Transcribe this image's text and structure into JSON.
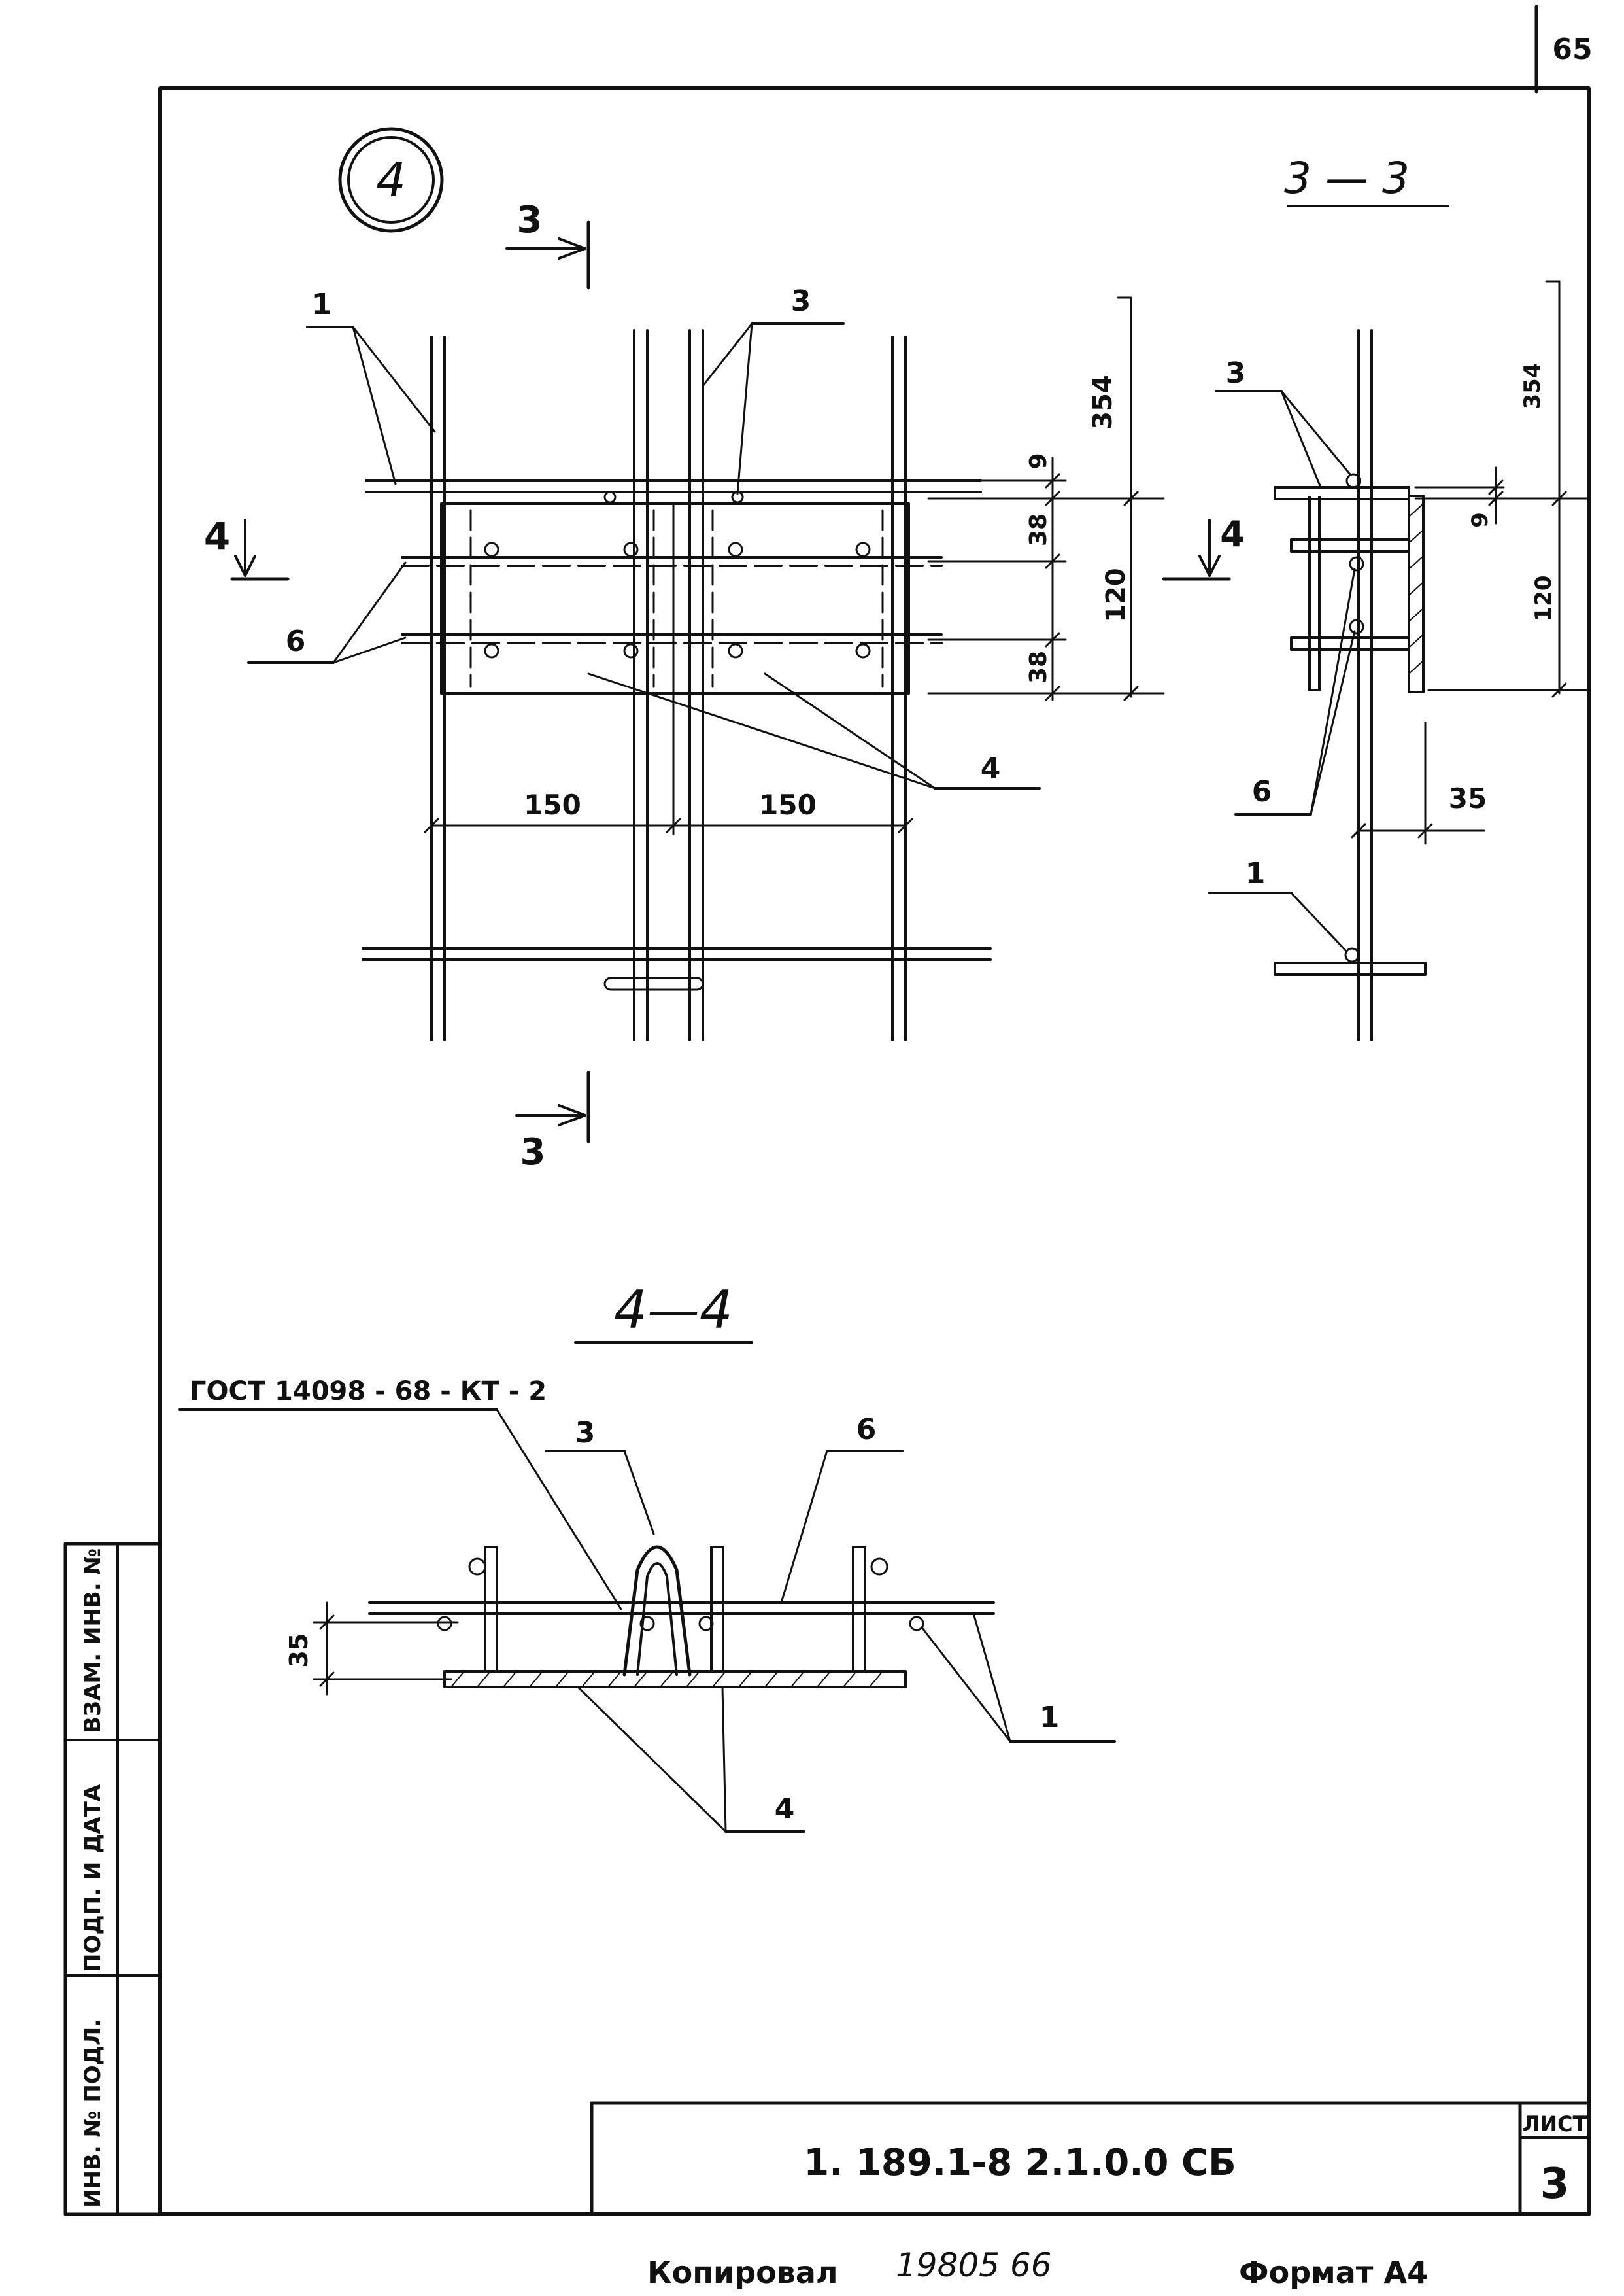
{
  "page_number": "65",
  "detail_marker": "4",
  "views": {
    "section_3_title": "3 — 3",
    "section_4_title": "4—4"
  },
  "section_marks": {
    "top_3": "3",
    "bottom_3": "3",
    "left_4": "4",
    "right_4": "4"
  },
  "leaders": {
    "plan_1": "1",
    "plan_3": "3",
    "plan_6": "6",
    "plan_4": "4",
    "s33_3": "3",
    "s33_6": "6",
    "s33_1": "1",
    "s44_3": "3",
    "s44_6": "6",
    "s44_1": "1",
    "s44_4": "4"
  },
  "dimensions": {
    "plan_354": "354",
    "plan_9": "9",
    "plan_38a": "38",
    "plan_120": "120",
    "plan_38b": "38",
    "plan_150a": "150",
    "plan_150b": "150",
    "s33_354": "354",
    "s33_9": "9",
    "s33_120": "120",
    "s33_35": "35",
    "s44_35": "35"
  },
  "gost_note": "ГОСТ 14098 - 68 - КТ - 2",
  "side_stamp": {
    "col1": "ИНВ. № ПОДЛ.",
    "col2": "ПОДП. И ДАТА",
    "col3": "ВЗАМ. ИНВ. №"
  },
  "title_block": {
    "designation": "1. 189.1-8  2.1.0.0  СБ",
    "sheet_label": "ЛИСТ",
    "sheet_number": "3"
  },
  "footer": {
    "copied_label": "Копировал",
    "copied_number": "19805  66",
    "format_label": "Формат А4"
  }
}
